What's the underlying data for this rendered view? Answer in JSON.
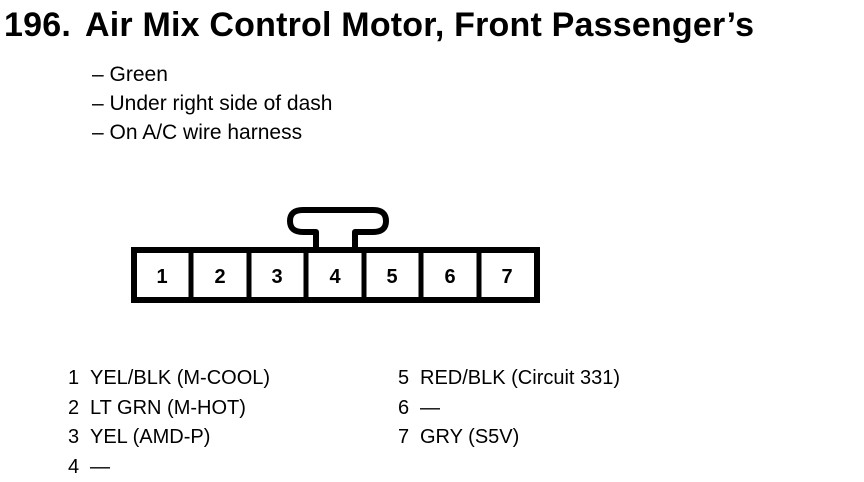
{
  "header": {
    "number": "196.",
    "title": "Air Mix Control Motor, Front Passenger’s"
  },
  "notes": [
    "– Green",
    "– Under right side of dash",
    "– On A/C wire harness"
  ],
  "connector": {
    "pins": [
      "1",
      "2",
      "3",
      "4",
      "5",
      "6",
      "7"
    ]
  },
  "pinout": {
    "left": [
      {
        "num": "1",
        "desc": "YEL/BLK (M-COOL)"
      },
      {
        "num": "2",
        "desc": "LT GRN (M-HOT)"
      },
      {
        "num": "3",
        "desc": "YEL (AMD-P)"
      },
      {
        "num": "4",
        "desc": "—"
      }
    ],
    "right": [
      {
        "num": "5",
        "desc": "RED/BLK (Circuit 331)"
      },
      {
        "num": "6",
        "desc": "—"
      },
      {
        "num": "7",
        "desc": "GRY (S5V)"
      }
    ]
  }
}
